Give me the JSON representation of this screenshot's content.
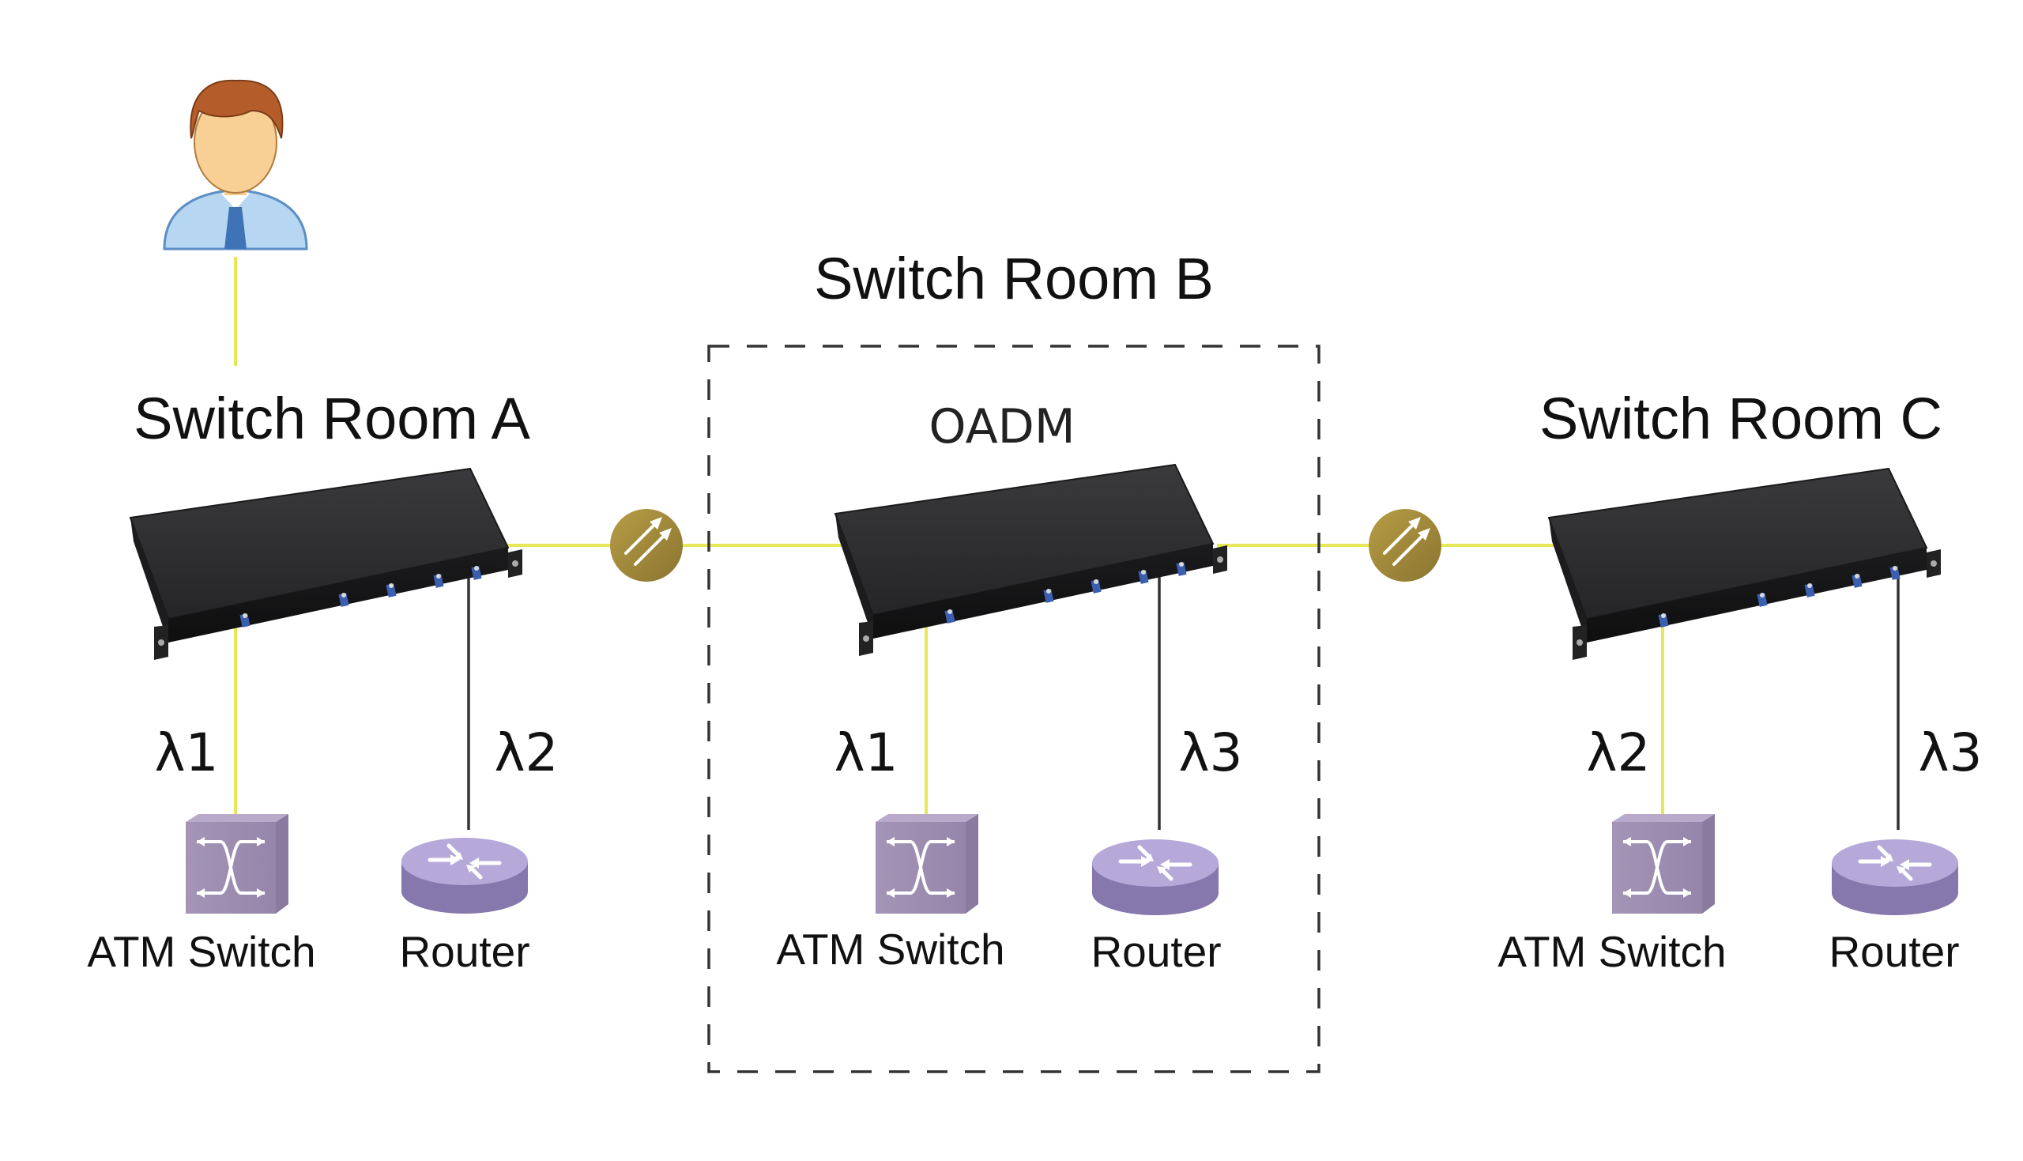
{
  "user": {
    "icon": "user-person-icon"
  },
  "rooms": {
    "a": {
      "title": "Switch Room A"
    },
    "b": {
      "title": "Switch Room B",
      "device_label": "OADM"
    },
    "c": {
      "title": "Switch Room C"
    }
  },
  "wavelengths": {
    "a_left": "λ1",
    "a_right": "λ2",
    "b_left": "λ1",
    "b_right": "λ3",
    "c_left": "λ2",
    "c_right": "λ3"
  },
  "devices": {
    "a_switch": "ATM Switch",
    "a_router": "Router",
    "b_switch": "ATM Switch",
    "b_router": "Router",
    "c_switch": "ATM Switch",
    "c_router": "Router"
  },
  "colors": {
    "fiber": "#e6e85a",
    "copper": "#333333",
    "amplifier": "#a08a3a",
    "mux_body": "#2c2c2e",
    "atm_switch": "#a898bb",
    "router": "#a394c8",
    "dashed_border": "#333333"
  },
  "icons": {
    "amplifier": "optical-amplifier-icon",
    "mux": "oadm-mux-chassis-icon",
    "atm_switch": "atm-switch-icon",
    "router": "router-icon"
  }
}
